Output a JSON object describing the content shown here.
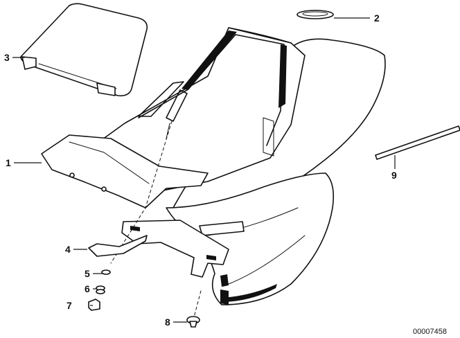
{
  "diagram": {
    "callouts": [
      {
        "id": "1",
        "label": "1"
      },
      {
        "id": "2",
        "label": "2"
      },
      {
        "id": "3",
        "label": "3"
      },
      {
        "id": "4",
        "label": "4"
      },
      {
        "id": "5",
        "label": "5"
      },
      {
        "id": "6",
        "label": "6"
      },
      {
        "id": "7",
        "label": "7"
      },
      {
        "id": "8",
        "label": "8"
      },
      {
        "id": "9",
        "label": "9"
      }
    ],
    "part_number": "00007458"
  }
}
